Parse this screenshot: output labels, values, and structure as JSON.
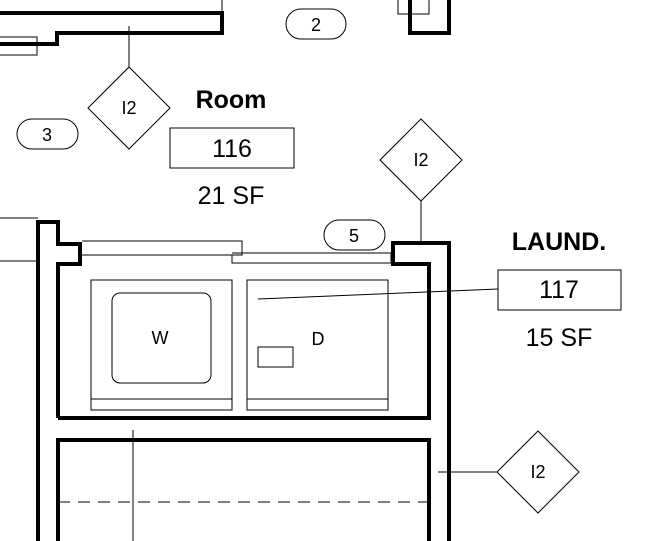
{
  "bubbles": [
    {
      "id": "b2",
      "label": "2"
    },
    {
      "id": "b3",
      "label": "3"
    },
    {
      "id": "b5",
      "label": "5"
    }
  ],
  "diamonds": [
    {
      "id": "d1",
      "label": "I2"
    },
    {
      "id": "d2",
      "label": "I2"
    },
    {
      "id": "d3",
      "label": "I2"
    }
  ],
  "rooms": [
    {
      "id": "room116",
      "name": "Room",
      "number": "116",
      "area": "21 SF"
    },
    {
      "id": "room117",
      "name": "LAUND.",
      "number": "117",
      "area": "15 SF"
    }
  ],
  "appliances": {
    "washer": "W",
    "dryer": "D"
  }
}
